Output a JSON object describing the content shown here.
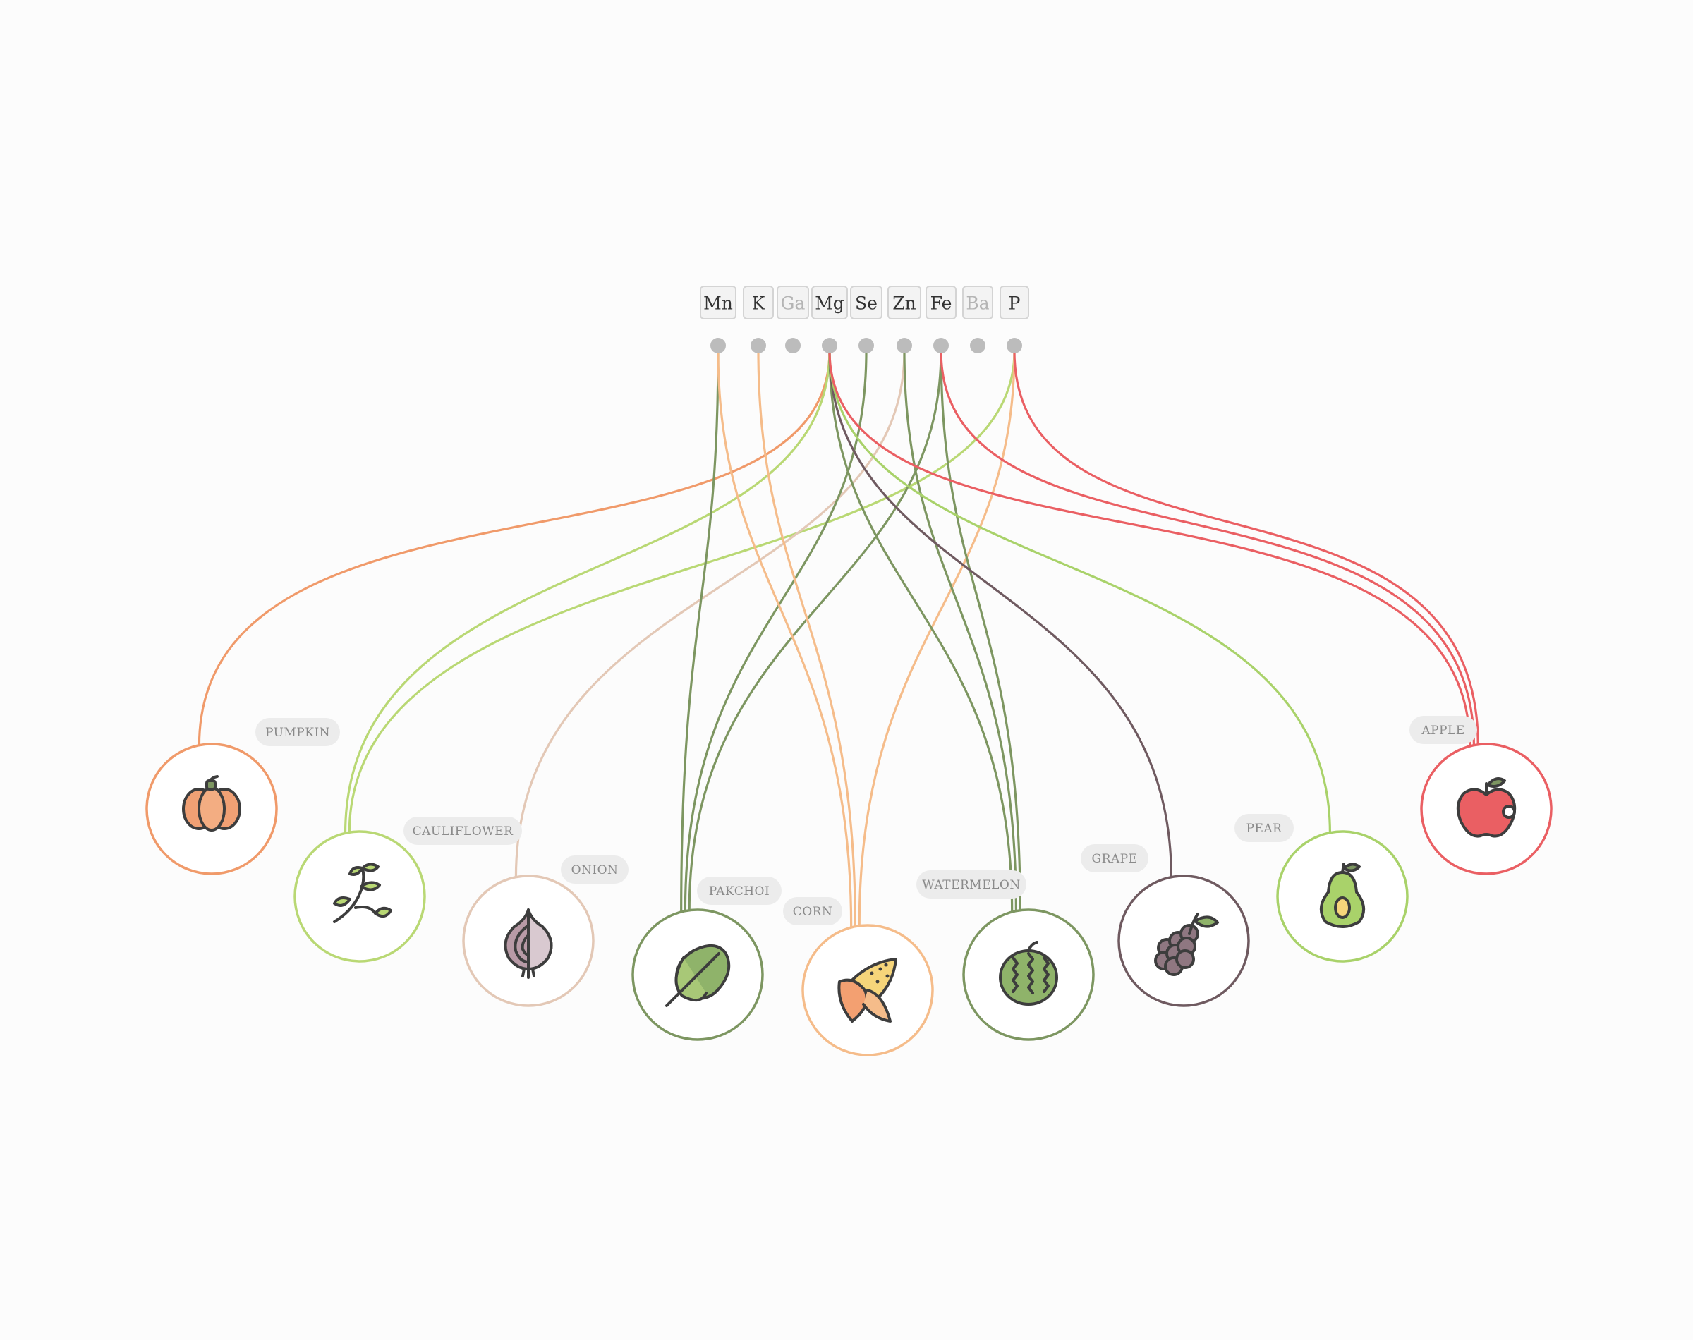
{
  "elements": [
    {
      "id": "Mn",
      "label": "Mn",
      "active": true
    },
    {
      "id": "K",
      "label": "K",
      "active": true
    },
    {
      "id": "Ga",
      "label": "Ga",
      "active": false
    },
    {
      "id": "Mg",
      "label": "Mg",
      "active": true
    },
    {
      "id": "Se",
      "label": "Se",
      "active": true
    },
    {
      "id": "Zn",
      "label": "Zn",
      "active": true
    },
    {
      "id": "Fe",
      "label": "Fe",
      "active": true
    },
    {
      "id": "Ba",
      "label": "Ba",
      "active": false
    },
    {
      "id": "P",
      "label": "P",
      "active": true
    }
  ],
  "foods": [
    {
      "id": "pumpkin",
      "label": "PUMPKIN",
      "icon": "pumpkin-icon",
      "color": "#f09a6a"
    },
    {
      "id": "cauliflower",
      "label": "CAULIFLOWER",
      "icon": "cauliflower-icon",
      "color": "#b9d874"
    },
    {
      "id": "onion",
      "label": "ONION",
      "icon": "onion-icon",
      "color": "#e3c8b6"
    },
    {
      "id": "pakchoi",
      "label": "PAKCHOI",
      "icon": "pakchoi-icon",
      "color": "#7d9661"
    },
    {
      "id": "corn",
      "label": "CORN",
      "icon": "corn-icon",
      "color": "#f5bc8a"
    },
    {
      "id": "watermelon",
      "label": "WATERMELON",
      "icon": "watermelon-icon",
      "color": "#7d9661"
    },
    {
      "id": "grape",
      "label": "GRAPE",
      "icon": "grape-icon",
      "color": "#6f5a60"
    },
    {
      "id": "pear",
      "label": "PEAR",
      "icon": "pear-icon",
      "color": "#a9d26a"
    },
    {
      "id": "apple",
      "label": "APPLE",
      "icon": "apple-icon",
      "color": "#ea5f63"
    }
  ],
  "links": [
    {
      "from": "Mg",
      "to": "pumpkin"
    },
    {
      "from": "Mg",
      "to": "cauliflower"
    },
    {
      "from": "P",
      "to": "cauliflower"
    },
    {
      "from": "Zn",
      "to": "onion"
    },
    {
      "from": "Mn",
      "to": "pakchoi"
    },
    {
      "from": "Se",
      "to": "pakchoi"
    },
    {
      "from": "Fe",
      "to": "pakchoi"
    },
    {
      "from": "Mn",
      "to": "corn"
    },
    {
      "from": "K",
      "to": "corn"
    },
    {
      "from": "P",
      "to": "corn"
    },
    {
      "from": "Mg",
      "to": "watermelon"
    },
    {
      "from": "Zn",
      "to": "watermelon"
    },
    {
      "from": "Fe",
      "to": "watermelon"
    },
    {
      "from": "Mg",
      "to": "grape"
    },
    {
      "from": "Mg",
      "to": "pear"
    },
    {
      "from": "Mg",
      "to": "apple"
    },
    {
      "from": "Fe",
      "to": "apple"
    },
    {
      "from": "P",
      "to": "apple"
    }
  ]
}
